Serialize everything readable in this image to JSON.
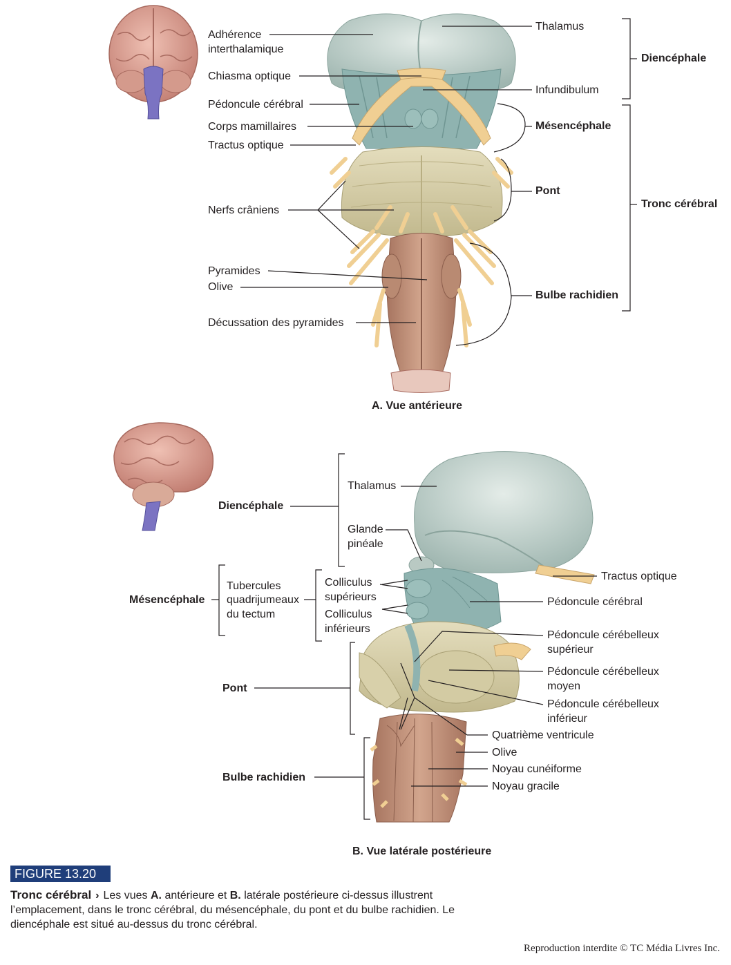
{
  "panelA": {
    "caption": "A. Vue antérieure",
    "labels": {
      "adherence_1": "Adhérence",
      "adherence_2": "interthalamique",
      "chiasma": "Chiasma optique",
      "pedoncule": "Pédoncule cérébral",
      "corps": "Corps mamillaires",
      "tractus": "Tractus optique",
      "nerfs": "Nerfs crâniens",
      "pyramides": "Pyramides",
      "olive": "Olive",
      "decussation": "Décussation des pyramides",
      "thalamus": "Thalamus",
      "infundibulum": "Infundibulum"
    },
    "regions": {
      "diencephale": "Diencéphale",
      "mesencephale": "Mésencéphale",
      "pont": "Pont",
      "bulbe": "Bulbe rachidien",
      "tronc": "Tronc cérébral"
    }
  },
  "panelB": {
    "caption": "B. Vue latérale postérieure",
    "regions": {
      "diencephale": "Diencéphale",
      "mesencephale": "Mésencéphale",
      "pont": "Pont",
      "bulbe": "Bulbe rachidien"
    },
    "labels": {
      "thalamus": "Thalamus",
      "glande_1": "Glande",
      "glande_2": "pinéale",
      "tubercules_1": "Tubercules",
      "tubercules_2": "quadrijumeaux",
      "tubercules_3": "du tectum",
      "coll_sup_1": "Colliculus",
      "coll_sup_2": "supérieurs",
      "coll_inf_1": "Colliculus",
      "coll_inf_2": "inférieurs",
      "tractus": "Tractus optique",
      "pedoncule_cerebral": "Pédoncule cérébral",
      "pcs_1": "Pédoncule cérébelleux",
      "pcs_2": "supérieur",
      "pcm_1": "Pédoncule cérébelleux",
      "pcm_2": "moyen",
      "pci_1": "Pédoncule cérébelleux",
      "pci_2": "inférieur",
      "quatrieme": "Quatrième ventricule",
      "olive": "Olive",
      "cuneiforme": "Noyau cunéiforme",
      "gracile": "Noyau gracile"
    }
  },
  "figure": {
    "badge": "FIGURE 13.20",
    "title": "Tronc cérébral",
    "arrow": "›",
    "caption_1": "Les vues",
    "caption_A": "A.",
    "caption_2": "antérieure et",
    "caption_B": "B.",
    "caption_3": "latérale postérieure ci-dessus illustrent l’emplacement, dans le tronc cérébral, du mésencéphale, du pont et du bulbe rachidien. Le diencéphale est situé au-dessus du tronc cérébral.",
    "copyright": "Reproduction interdite © TC Média Livres Inc."
  },
  "colors": {
    "thalamus": "#b9c9c3",
    "peduncle": "#8fb3b0",
    "pons": "#d8d0aa",
    "medulla": "#b98a72",
    "nerve": "#f0cf93",
    "brain": "#d99f93",
    "brainstem_icon": "#7b73c2",
    "badge": "#1f3e7a"
  }
}
